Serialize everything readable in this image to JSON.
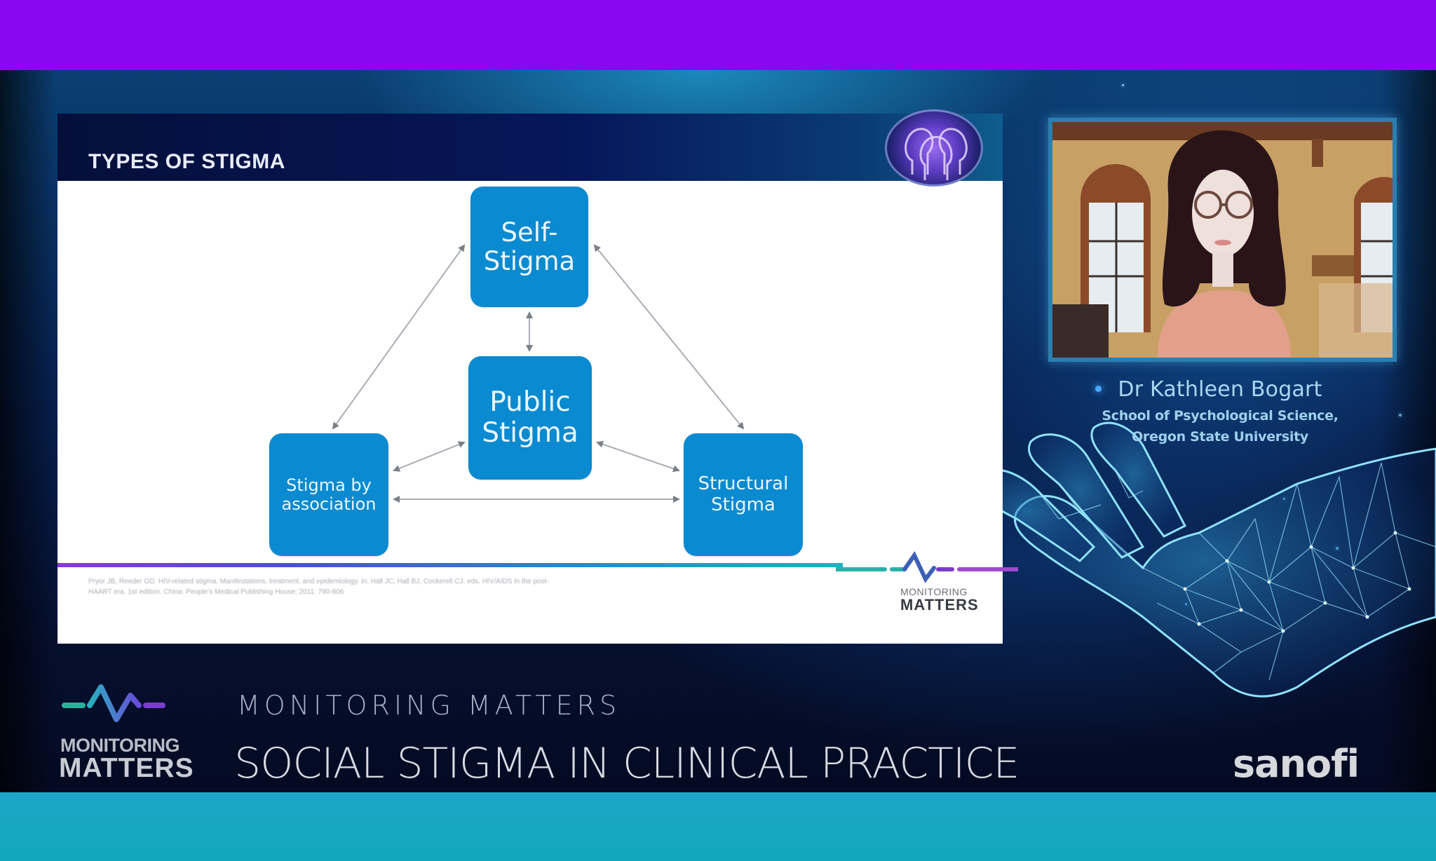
{
  "colors": {
    "top_band": "#8a08f0",
    "bottom_band": "#1ca6c8",
    "stage_dark": "#050f2e",
    "node_blue": "#0a8ad0",
    "slide_header": "#06175a",
    "speaker_text": "#a8d6f4"
  },
  "slide": {
    "title": "TYPES OF STIGMA",
    "emblem_icon": "heads-profile-icon",
    "diagram": {
      "nodes": [
        {
          "id": "self",
          "line1": "Self-",
          "line2": "Stigma"
        },
        {
          "id": "public",
          "line1": "Public",
          "line2": "Stigma"
        },
        {
          "id": "association",
          "line1": "Stigma by",
          "line2": "association"
        },
        {
          "id": "structural",
          "line1": "Structural",
          "line2": "Stigma"
        }
      ],
      "edges": [
        [
          "self",
          "public"
        ],
        [
          "self",
          "association"
        ],
        [
          "self",
          "structural"
        ],
        [
          "public",
          "association"
        ],
        [
          "public",
          "structural"
        ],
        [
          "association",
          "structural"
        ]
      ]
    },
    "reference_line1": "Pryor JB, Reeder GD. HIV-related stigma. Manifestations, treatment, and epidemiology. In: Hall JC, Hall BJ, Cockerell CJ, eds. HIV/AIDS in the post-",
    "reference_line2": "HAART era. 1st edition. China: People's Medical Publishing House; 2011: 790-806",
    "logo_line1": "MONITORING",
    "logo_line2": "MATTERS"
  },
  "speaker": {
    "name": "Dr Kathleen Bogart",
    "affiliation_line1": "School of Psychological Science,",
    "affiliation_line2": "Oregon State University"
  },
  "branding": {
    "logo_line1": "MONITORING",
    "logo_line2": "MATTERS",
    "series_name": "MONITORING MATTERS",
    "episode_title": "SOCIAL STIGMA IN CLINICAL PRACTICE",
    "sponsor": "sanofi"
  }
}
